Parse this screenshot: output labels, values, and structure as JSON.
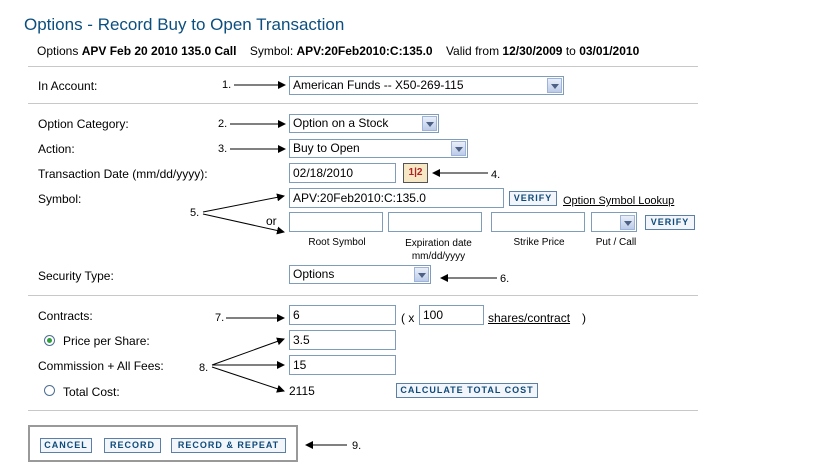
{
  "header": {
    "title": "Options - Record Buy to Open Transaction",
    "option_prefix": "Options",
    "option_name": "APV Feb 20 2010 135.0 Call",
    "symbol_label": "Symbol:",
    "symbol_value": "APV:20Feb2010:C:135.0",
    "valid_from_label": "Valid from",
    "valid_from": "12/30/2009",
    "to_label": "to",
    "valid_to": "03/01/2010"
  },
  "form": {
    "account_label": "In Account:",
    "account_value": "American Funds -- X50-269-115",
    "category_label": "Option Category:",
    "category_value": "Option on a Stock",
    "action_label": "Action:",
    "action_value": "Buy to Open",
    "date_label": "Transaction Date (mm/dd/yyyy):",
    "date_value": "02/18/2010",
    "calendar_glyph": "1|2",
    "symbol_label": "Symbol:",
    "symbol_value": "APV:20Feb2010:C:135.0",
    "verify_label": "VERIFY",
    "lookup_link": "Option Symbol Lookup",
    "or_label": "or",
    "root_symbol_caption": "Root Symbol",
    "expiration_caption": "Expiration date mm/dd/yyyy",
    "strike_caption": "Strike Price",
    "putcall_caption": "Put / Call",
    "verify2_label": "VERIFY",
    "security_label": "Security Type:",
    "security_value": "Options",
    "contracts_label": "Contracts:",
    "contracts_value": "6",
    "paren_open": "( x",
    "shares_value": "100",
    "shares_link": "shares/contract",
    "paren_close": ")",
    "price_label": "Price per Share:",
    "price_value": "3.5",
    "commission_label": "Commission + All Fees:",
    "commission_value": "15",
    "total_label": "Total Cost:",
    "total_value": "2115",
    "calc_label": "CALCULATE TOTAL COST"
  },
  "buttons": {
    "cancel": "CANCEL",
    "record": "RECORD",
    "record_repeat": "RECORD & REPEAT"
  },
  "annotations": {
    "n1": "1.",
    "n2": "2.",
    "n3": "3.",
    "n4": "4.",
    "n5": "5.",
    "n6": "6.",
    "n7": "7.",
    "n8": "8.",
    "n9": "9."
  }
}
